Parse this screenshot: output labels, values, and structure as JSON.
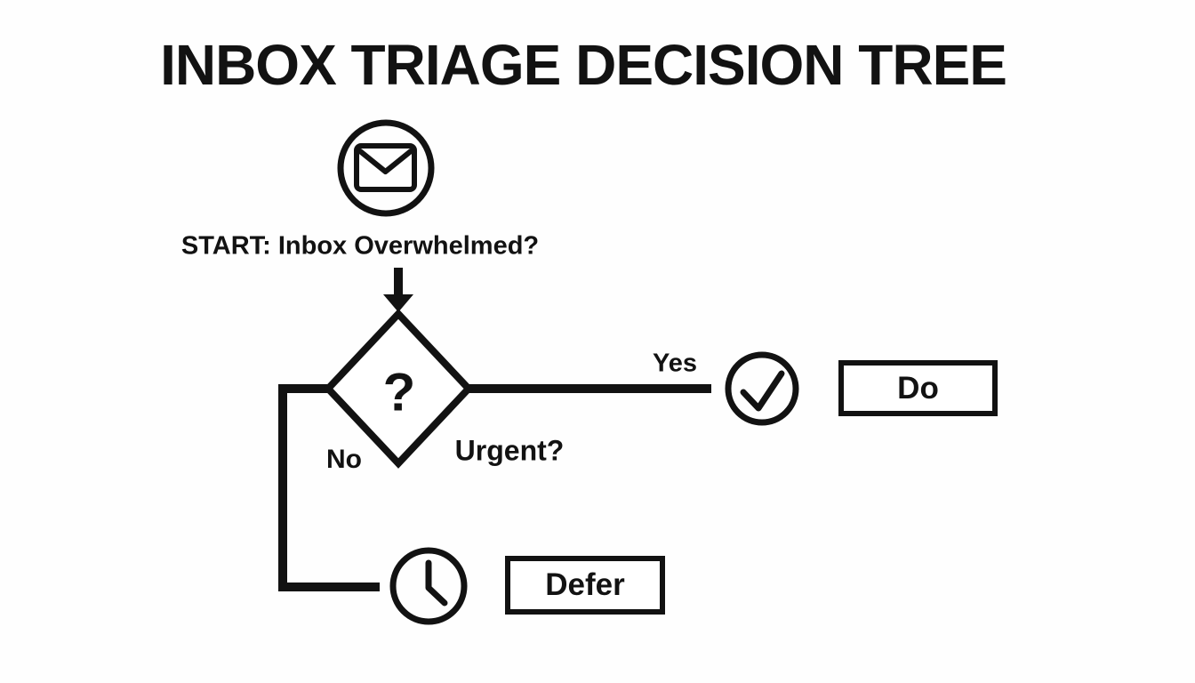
{
  "diagram": {
    "title": "INBOX TRIAGE DECISION TREE",
    "start": {
      "icon": "mail-icon",
      "label": "START: Inbox Overwhelmed?"
    },
    "flow_arrow_icon": "arrow-down-icon",
    "decision": {
      "shape": "diamond",
      "symbol": "?",
      "question": "Urgent?"
    },
    "branches": {
      "yes": {
        "label": "Yes",
        "icon": "check-icon",
        "outcome": "Do"
      },
      "no": {
        "label": "No",
        "icon": "clock-icon",
        "outcome": "Defer"
      }
    },
    "colors": {
      "ink": "#121212",
      "background": "#fefefe",
      "node_fill": "#ffffff"
    }
  }
}
